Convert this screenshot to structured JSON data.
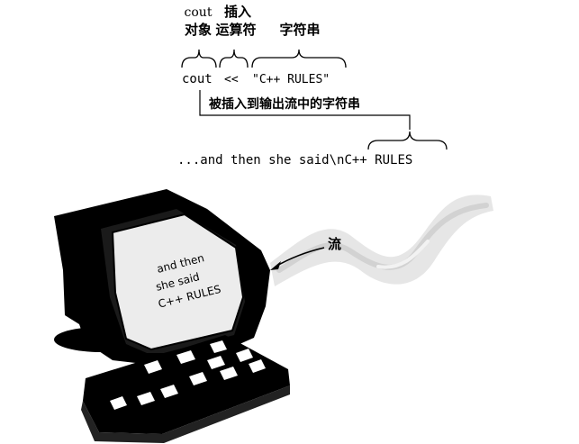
{
  "labels": {
    "cout_object_line1": "cout",
    "cout_object_line2": "对象",
    "insertion_operator_line1": "插入",
    "insertion_operator_line2": "运算符",
    "string_label": "字符串"
  },
  "code": {
    "cout": "cout",
    "operator": "<<",
    "string_literal": "\"C++ RULES\""
  },
  "inserted_string_label": "被插入到输出流中的字符串",
  "output_stream": {
    "prefix": "...and then she said\\n",
    "inserted": "C++ RULES"
  },
  "stream_label": "流",
  "screen_text": {
    "line1": "and then",
    "line2": "she said",
    "line3": "C++ RULES"
  }
}
